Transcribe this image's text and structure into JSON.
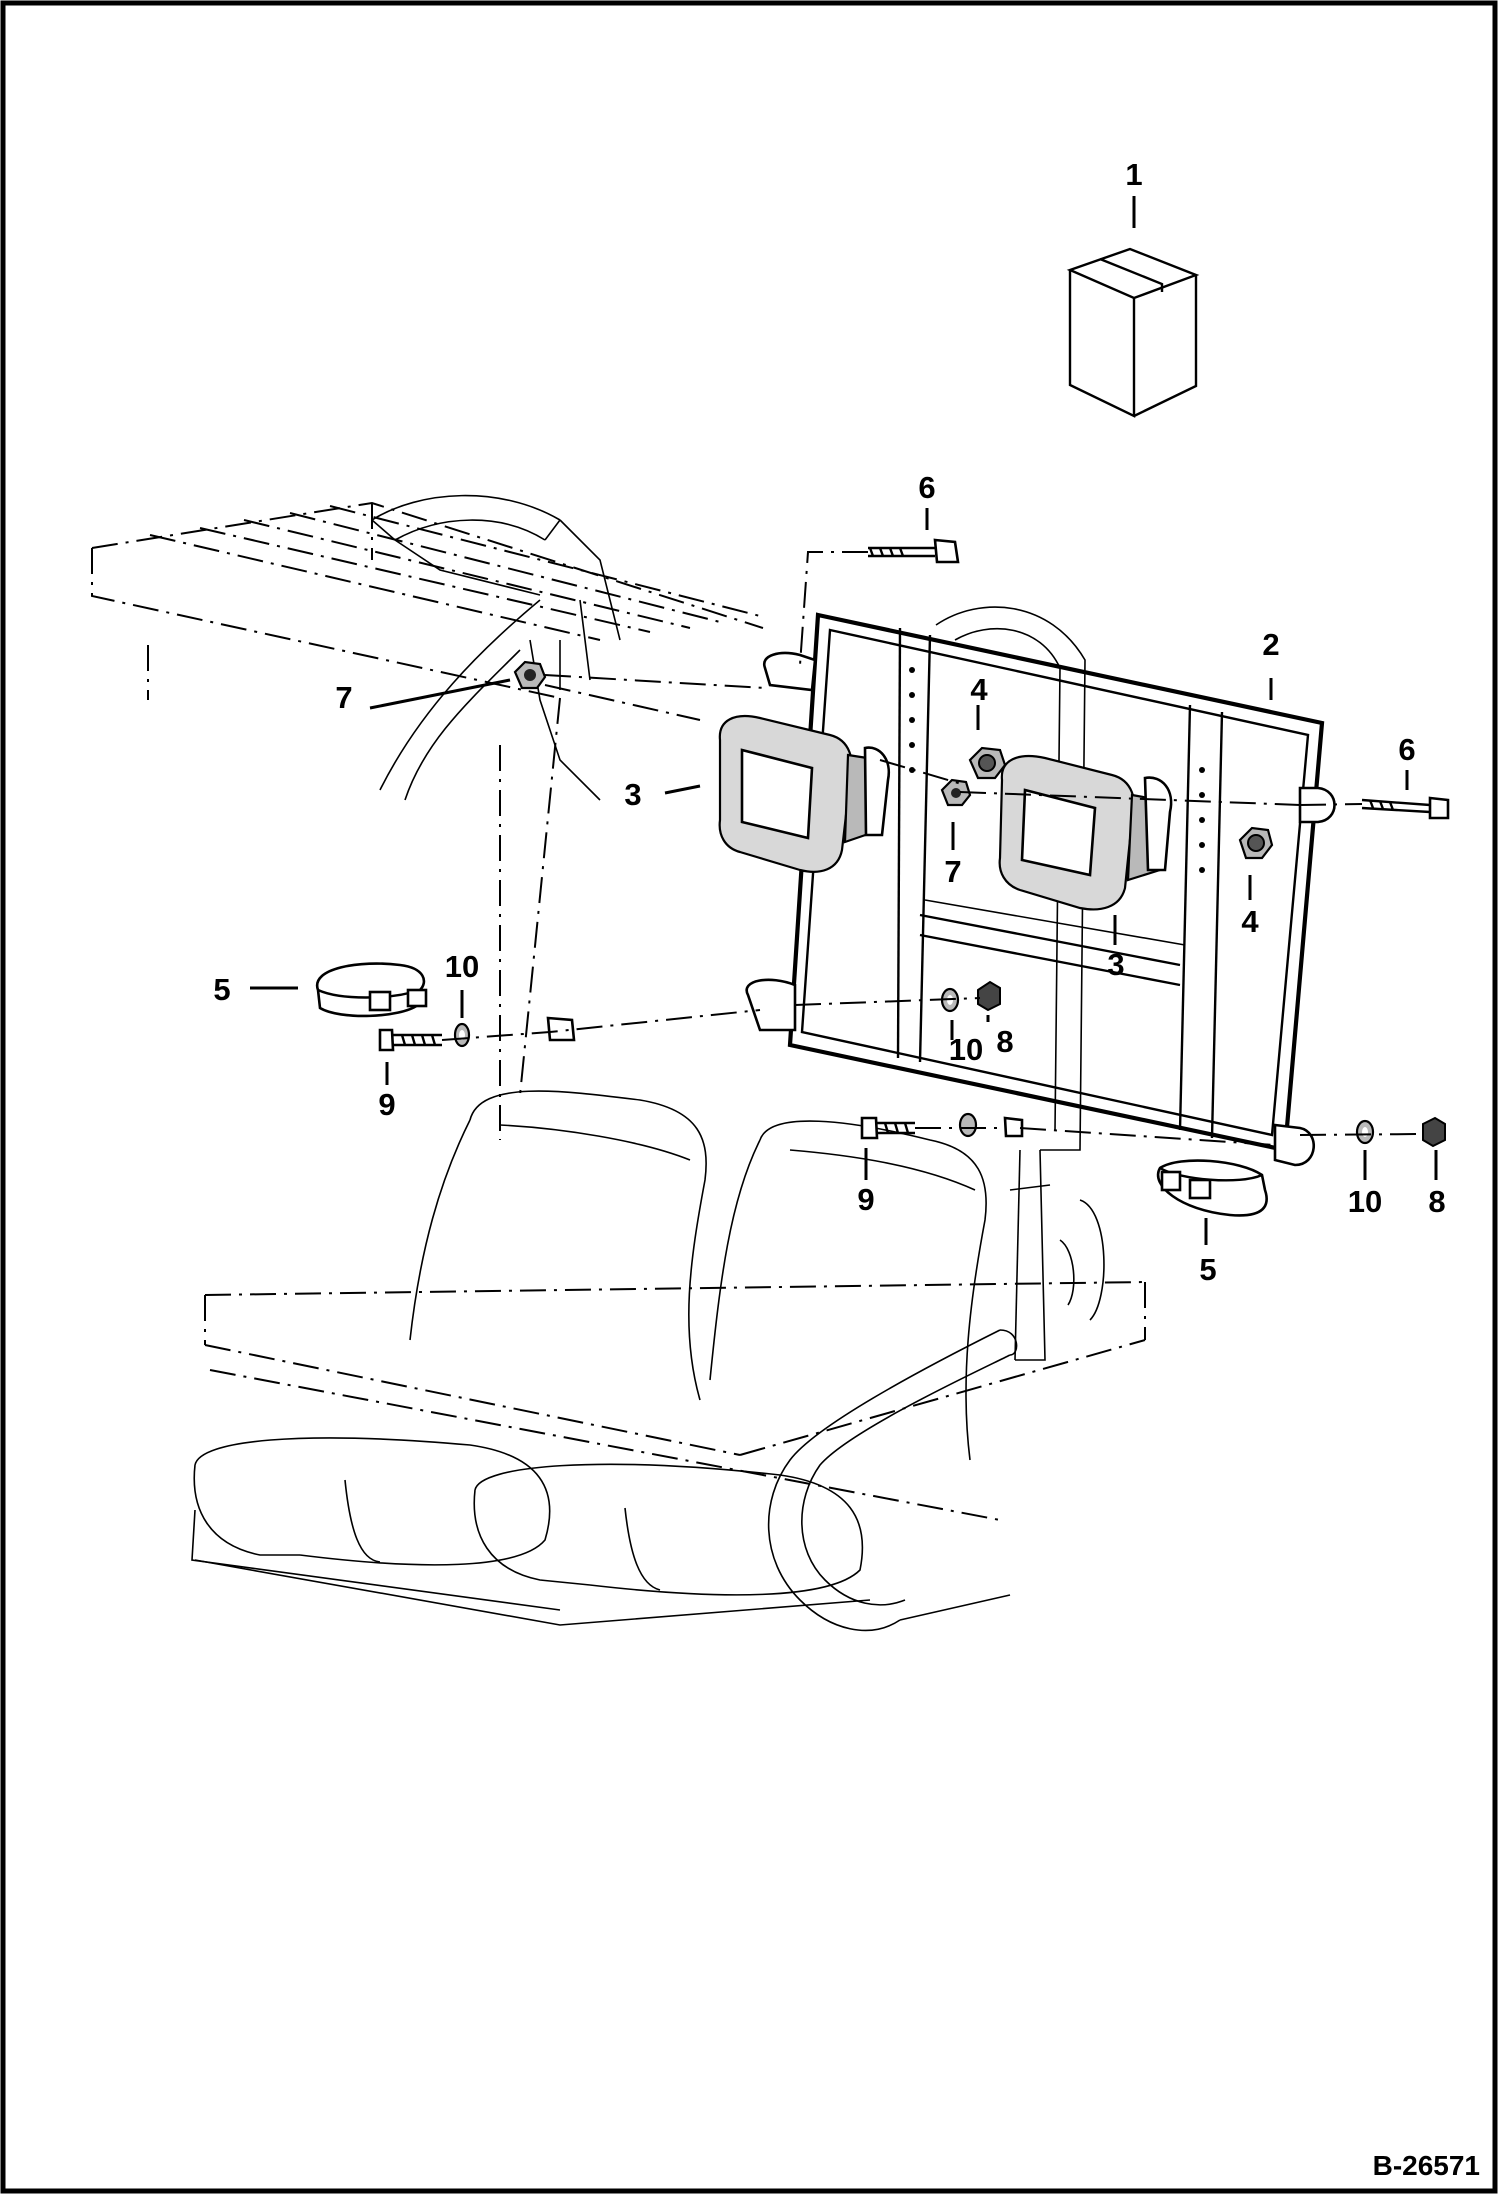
{
  "figure": {
    "id_label": "B-26571"
  },
  "callouts": [
    {
      "key": "kit",
      "text": "1"
    },
    {
      "key": "panel",
      "text": "2"
    },
    {
      "key": "light-left",
      "text": "3"
    },
    {
      "key": "light-right",
      "text": "3"
    },
    {
      "key": "knob-upper",
      "text": "4"
    },
    {
      "key": "knob-right",
      "text": "4"
    },
    {
      "key": "clamp-left",
      "text": "5"
    },
    {
      "key": "clamp-right",
      "text": "5"
    },
    {
      "key": "bolt-top",
      "text": "6"
    },
    {
      "key": "bolt-right",
      "text": "6"
    },
    {
      "key": "nut-left",
      "text": "7"
    },
    {
      "key": "nut-center",
      "text": "7"
    },
    {
      "key": "nut-mid",
      "text": "8"
    },
    {
      "key": "nut-right",
      "text": "8"
    },
    {
      "key": "bolt-left",
      "text": "9"
    },
    {
      "key": "bolt-center",
      "text": "9"
    },
    {
      "key": "washer-left",
      "text": "10"
    },
    {
      "key": "washer-mid",
      "text": "10"
    },
    {
      "key": "washer-right",
      "text": "10"
    }
  ]
}
